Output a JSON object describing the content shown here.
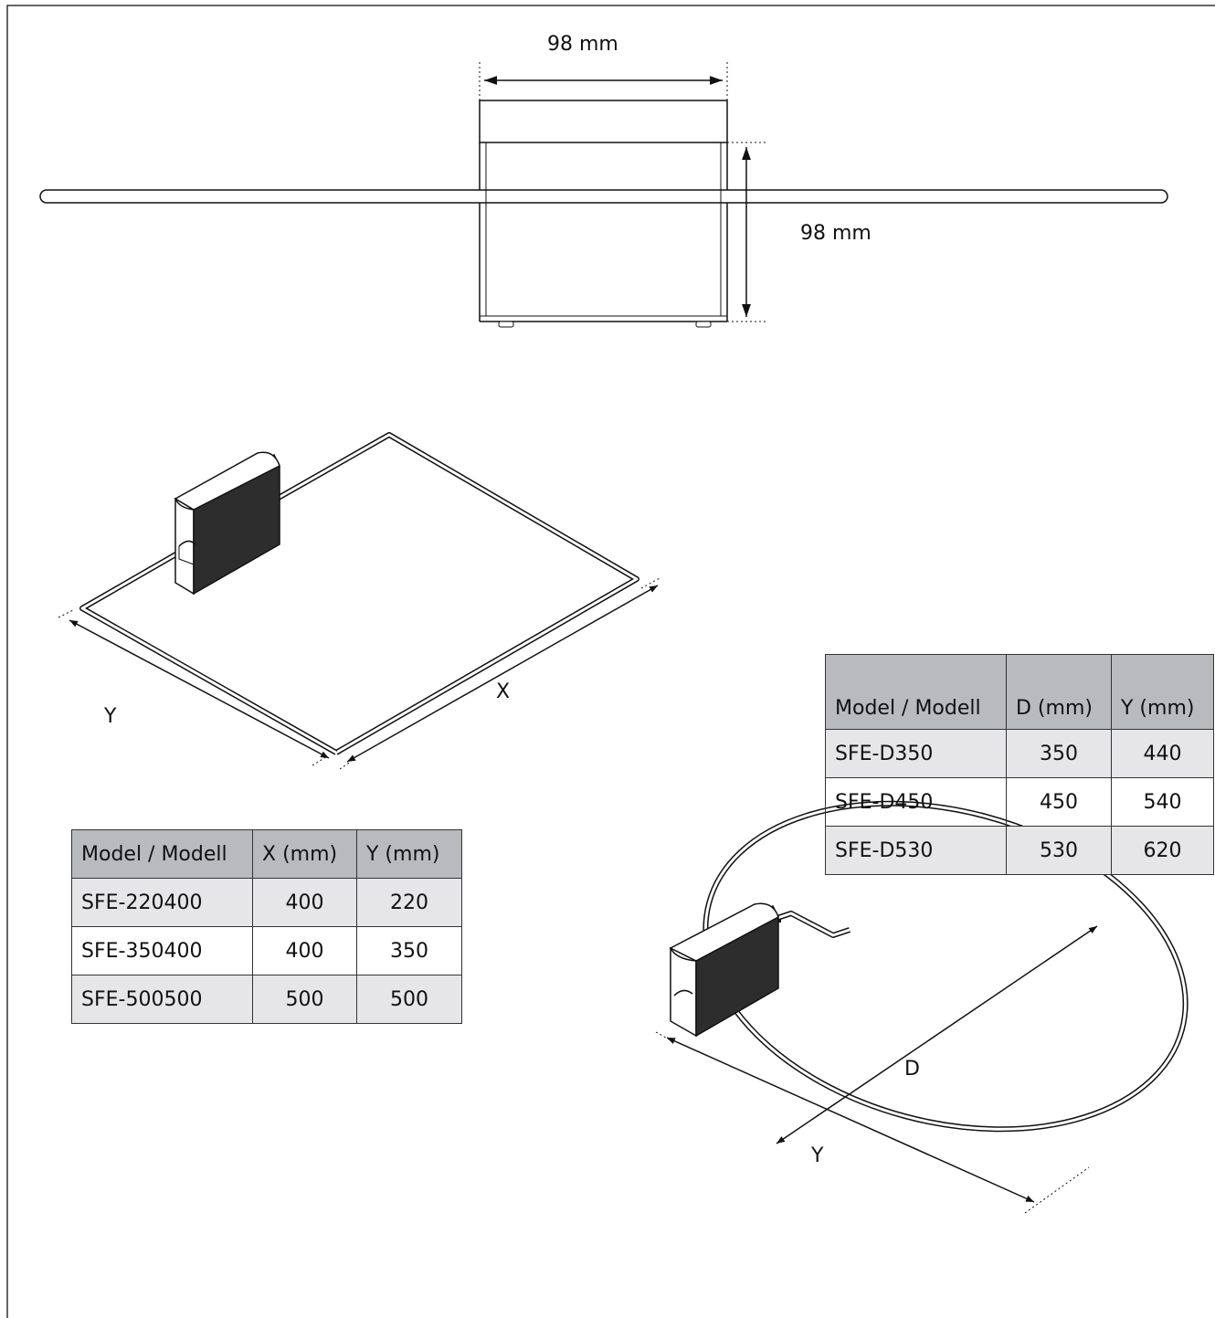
{
  "front_view": {
    "width_label": "98 mm",
    "height_label": "98 mm"
  },
  "rect_antenna": {
    "x_label": "X",
    "y_label": "Y"
  },
  "round_antenna": {
    "d_label": "D",
    "y_label": "Y"
  },
  "table_rect": {
    "headers": [
      "Model / Modell",
      "X (mm)",
      "Y (mm)"
    ],
    "rows": [
      [
        "SFE-220400",
        "400",
        "220"
      ],
      [
        "SFE-350400",
        "400",
        "350"
      ],
      [
        "SFE-500500",
        "500",
        "500"
      ]
    ]
  },
  "table_round": {
    "headers": [
      "Model / Modell",
      "D (mm)",
      "Y (mm)"
    ],
    "rows": [
      [
        "SFE-D350",
        "350",
        "440"
      ],
      [
        "SFE-D450",
        "450",
        "540"
      ],
      [
        "SFE-D530",
        "530",
        "620"
      ]
    ]
  }
}
